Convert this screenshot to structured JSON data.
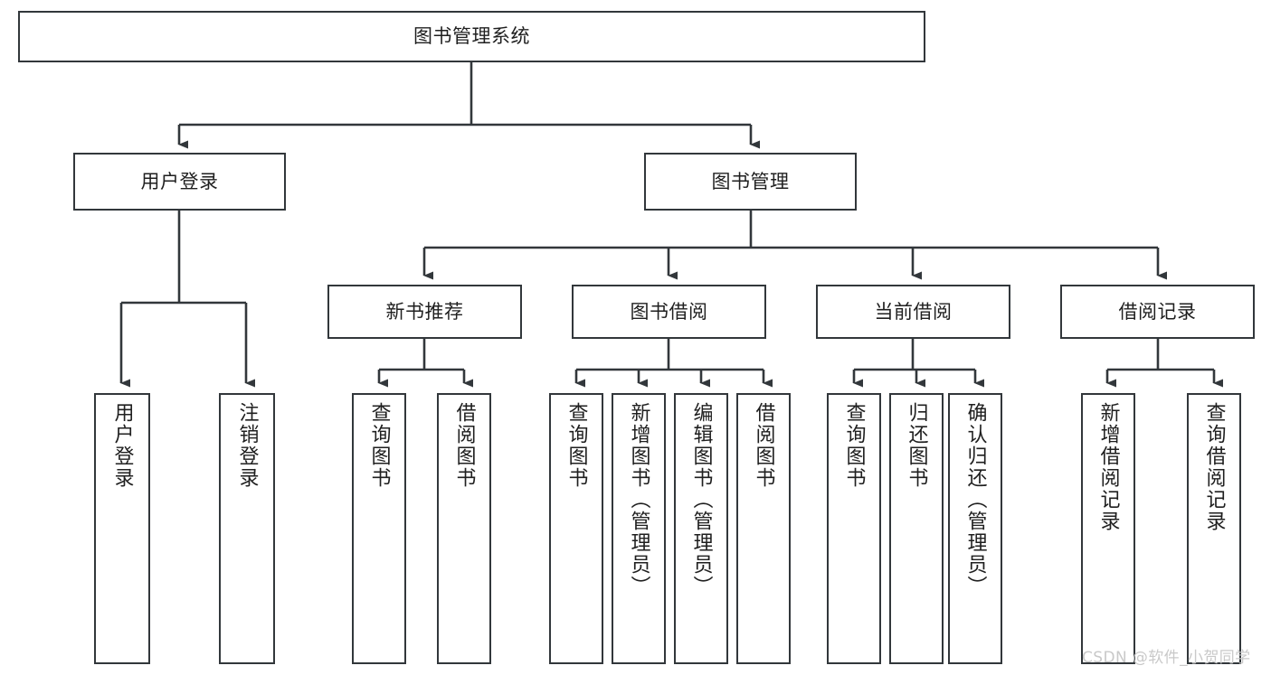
{
  "diagram": {
    "type": "tree-hierarchy-diagram",
    "title": "图书管理系统",
    "colors": {
      "box_border": "#32373b",
      "box_fill": "#ffffff",
      "connector": "#32373b",
      "text": "#1f1f1f",
      "background": "#ffffff",
      "watermark": "#c9c9c9"
    },
    "root": {
      "label": "图书管理系统"
    },
    "level2": [
      {
        "label": "用户登录"
      },
      {
        "label": "图书管理"
      }
    ],
    "level3": [
      {
        "label": "新书推荐"
      },
      {
        "label": "图书借阅"
      },
      {
        "label": "当前借阅"
      },
      {
        "label": "借阅记录"
      }
    ],
    "leaves": {
      "user_login": [
        {
          "label": "用户登录"
        },
        {
          "label": "注销登录"
        }
      ],
      "new_book_recommend": [
        {
          "label": "查询图书"
        },
        {
          "label": "借阅图书"
        }
      ],
      "book_borrow": [
        {
          "label": "查询图书"
        },
        {
          "label": "新增图书（管理员）"
        },
        {
          "label": "编辑图书（管理员）"
        },
        {
          "label": "借阅图书"
        }
      ],
      "current_borrow": [
        {
          "label": "查询图书"
        },
        {
          "label": "归还图书"
        },
        {
          "label": "确认归还（管理员）"
        }
      ],
      "borrow_record": [
        {
          "label": "新增借阅记录"
        },
        {
          "label": "查询借阅记录"
        }
      ]
    },
    "watermark": "CSDN @软件_小贺同学"
  }
}
